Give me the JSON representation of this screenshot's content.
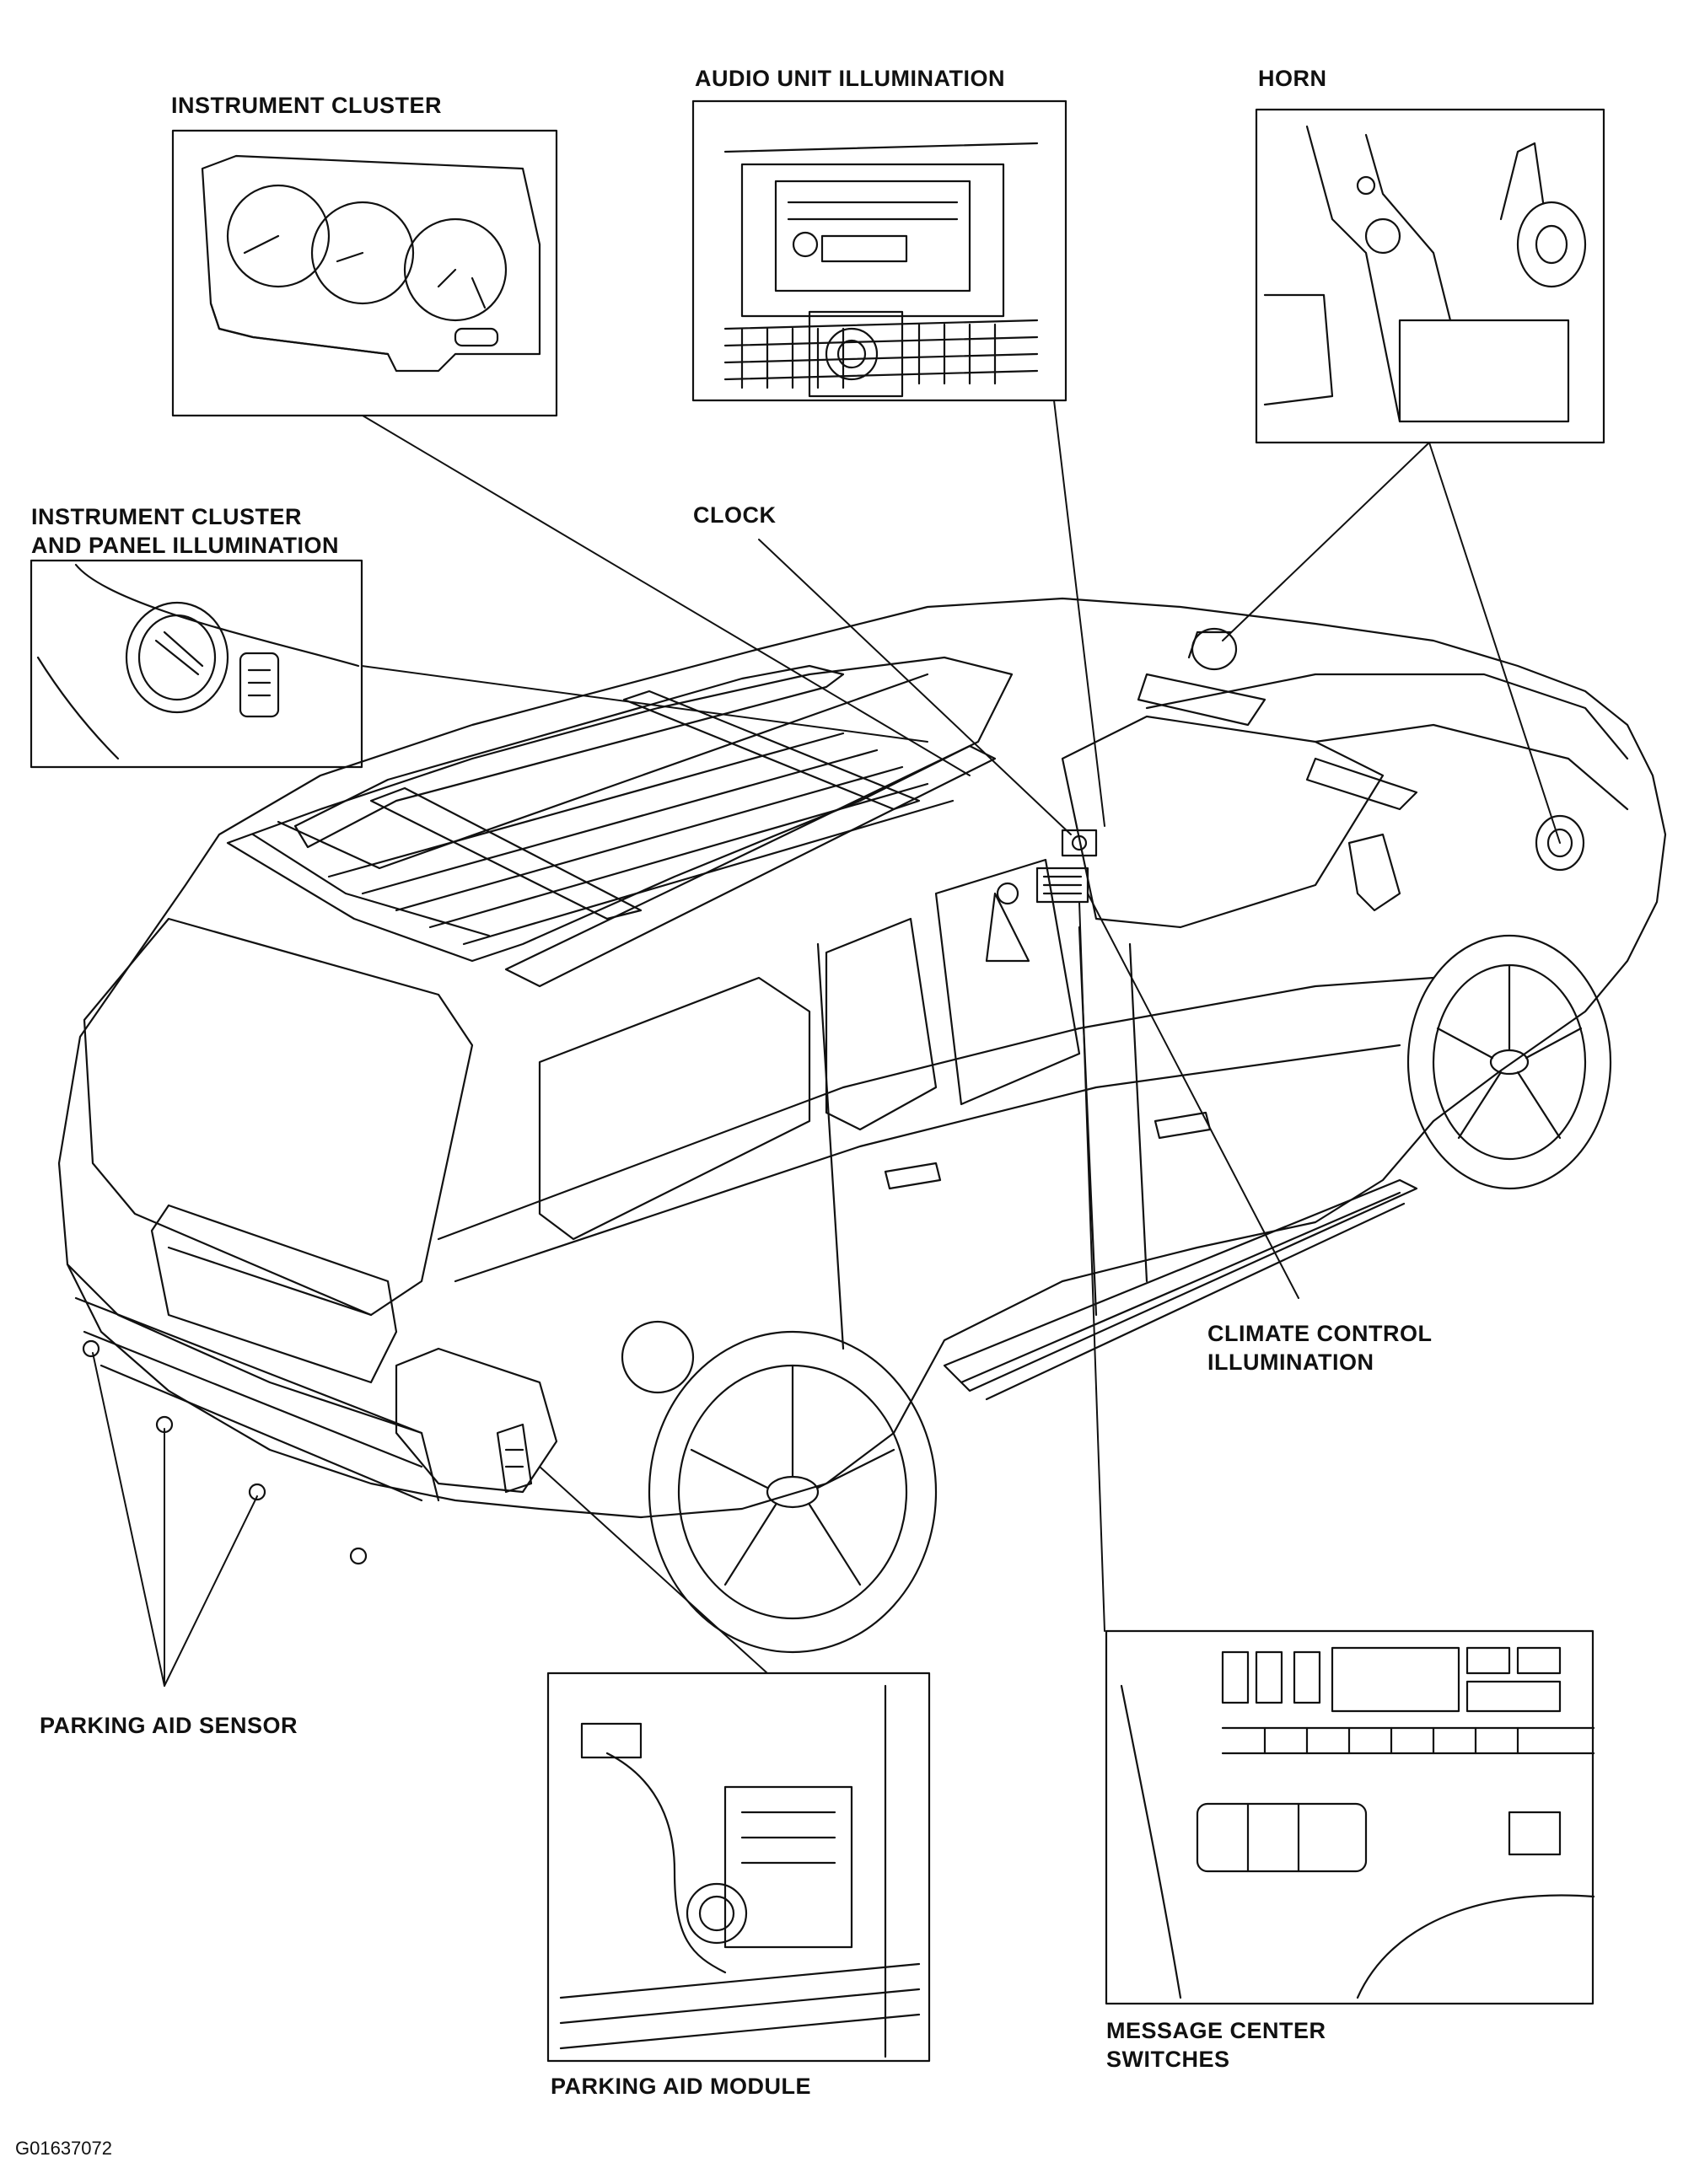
{
  "callouts": {
    "instrument_cluster": "INSTRUMENT CLUSTER",
    "audio_unit_illumination": "AUDIO UNIT ILLUMINATION",
    "horn": "HORN",
    "cluster_panel_illumination": [
      "INSTRUMENT CLUSTER",
      "AND PANEL ILLUMINATION"
    ],
    "clock": "CLOCK",
    "climate_control_illumination": [
      "CLIMATE CONTROL",
      "ILLUMINATION"
    ],
    "parking_aid_sensor": "PARKING AID SENSOR",
    "message_center_switches": [
      "MESSAGE CENTER",
      "SWITCHES"
    ],
    "parking_aid_module": "PARKING AID MODULE"
  },
  "figure_code": "G01637072"
}
